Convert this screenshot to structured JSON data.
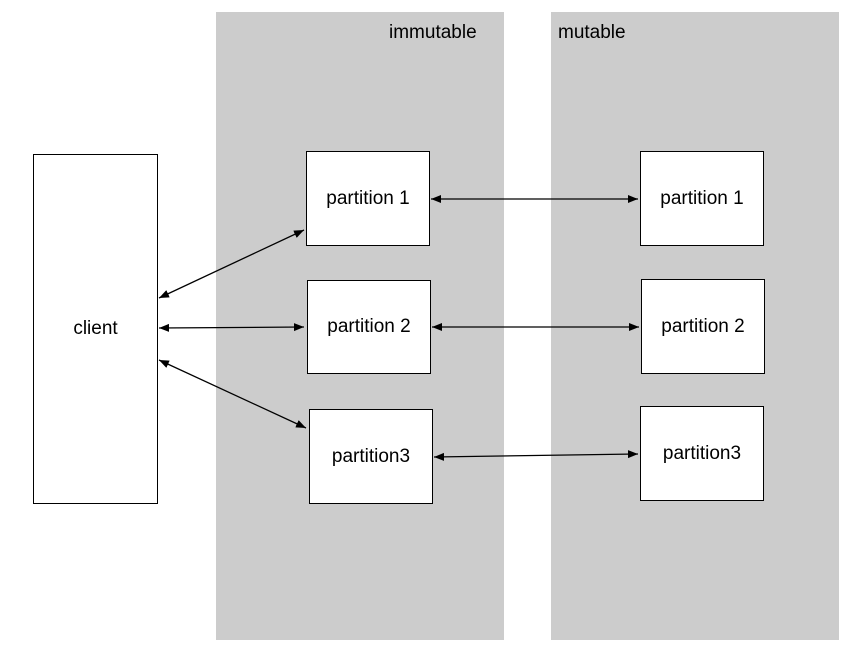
{
  "regions": {
    "immutable": {
      "label": "immutable"
    },
    "mutable": {
      "label": "mutable"
    }
  },
  "nodes": {
    "client": "client",
    "immutable_partitions": [
      "partition 1",
      "partition 2",
      "partition3"
    ],
    "mutable_partitions": [
      "partition 1",
      "partition 2",
      "partition3"
    ]
  },
  "colors": {
    "region_fill": "#cccccc",
    "node_fill": "#ffffff",
    "stroke": "#000000"
  }
}
